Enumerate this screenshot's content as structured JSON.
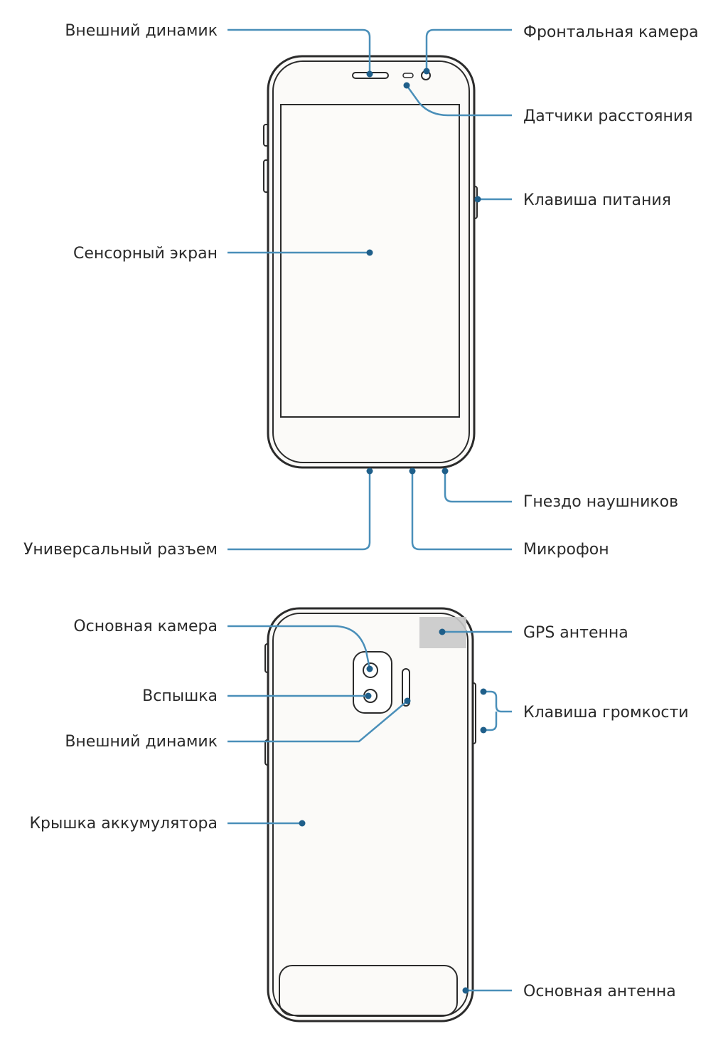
{
  "front": {
    "labels": {
      "ext_speaker": "Внешний динамик",
      "front_camera": "Фронтальная камера",
      "proximity": "Датчики расстояния",
      "power_key": "Клавиша питания",
      "touchscreen": "Сенсорный экран",
      "headset_jack": "Гнездо наушников",
      "usb_port": "Универсальный разъем",
      "microphone": "Микрофон"
    }
  },
  "back": {
    "labels": {
      "main_camera": "Основная камера",
      "gps_antenna": "GPS антенна",
      "flash": "Вспышка",
      "volume_key": "Клавиша громкости",
      "ext_speaker": "Внешний динамик",
      "battery_cover": "Крышка аккумулятора",
      "main_antenna": "Основная антенна"
    }
  },
  "colors": {
    "leader": "#4a8fb9",
    "dot": "#1f5f8a",
    "outline": "#2b2b2b"
  }
}
